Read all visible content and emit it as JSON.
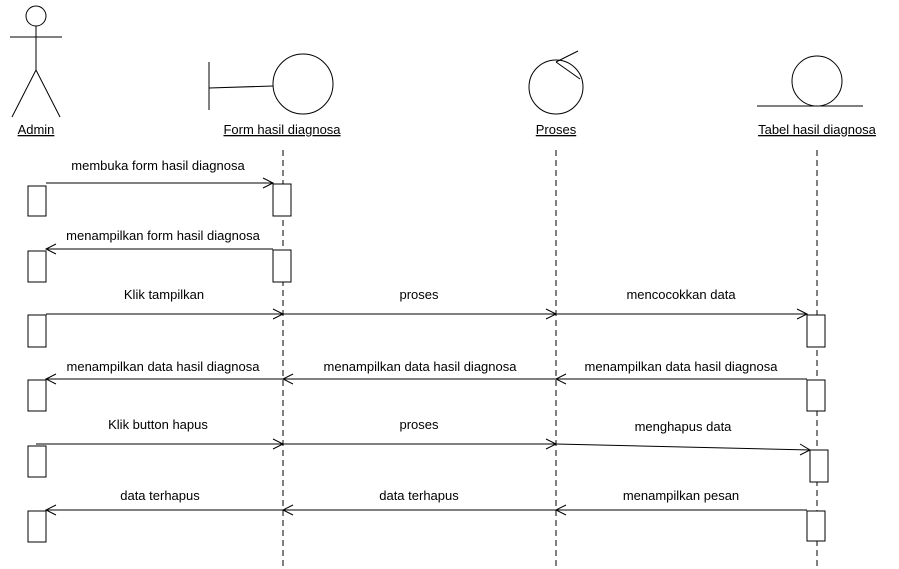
{
  "participants": {
    "admin": "Admin",
    "form": "Form hasil diagnosa",
    "proses": "Proses",
    "tabel": "Tabel hasil diagnosa"
  },
  "messages": [
    {
      "label": "membuka form hasil diagnosa"
    },
    {
      "label": "menampilkan form hasil diagnosa"
    },
    {
      "label": "Klik tampilkan"
    },
    {
      "label": "proses"
    },
    {
      "label": "mencocokkan data"
    },
    {
      "label": "menampilkan data hasil diagnosa"
    },
    {
      "label": "menampilkan data hasil diagnosa"
    },
    {
      "label": "menampilkan data hasil diagnosa"
    },
    {
      "label": "Klik button hapus"
    },
    {
      "label": "proses"
    },
    {
      "label": "menghapus data"
    },
    {
      "label": "data terhapus"
    },
    {
      "label": "data terhapus"
    },
    {
      "label": "menampilkan pesan"
    }
  ]
}
